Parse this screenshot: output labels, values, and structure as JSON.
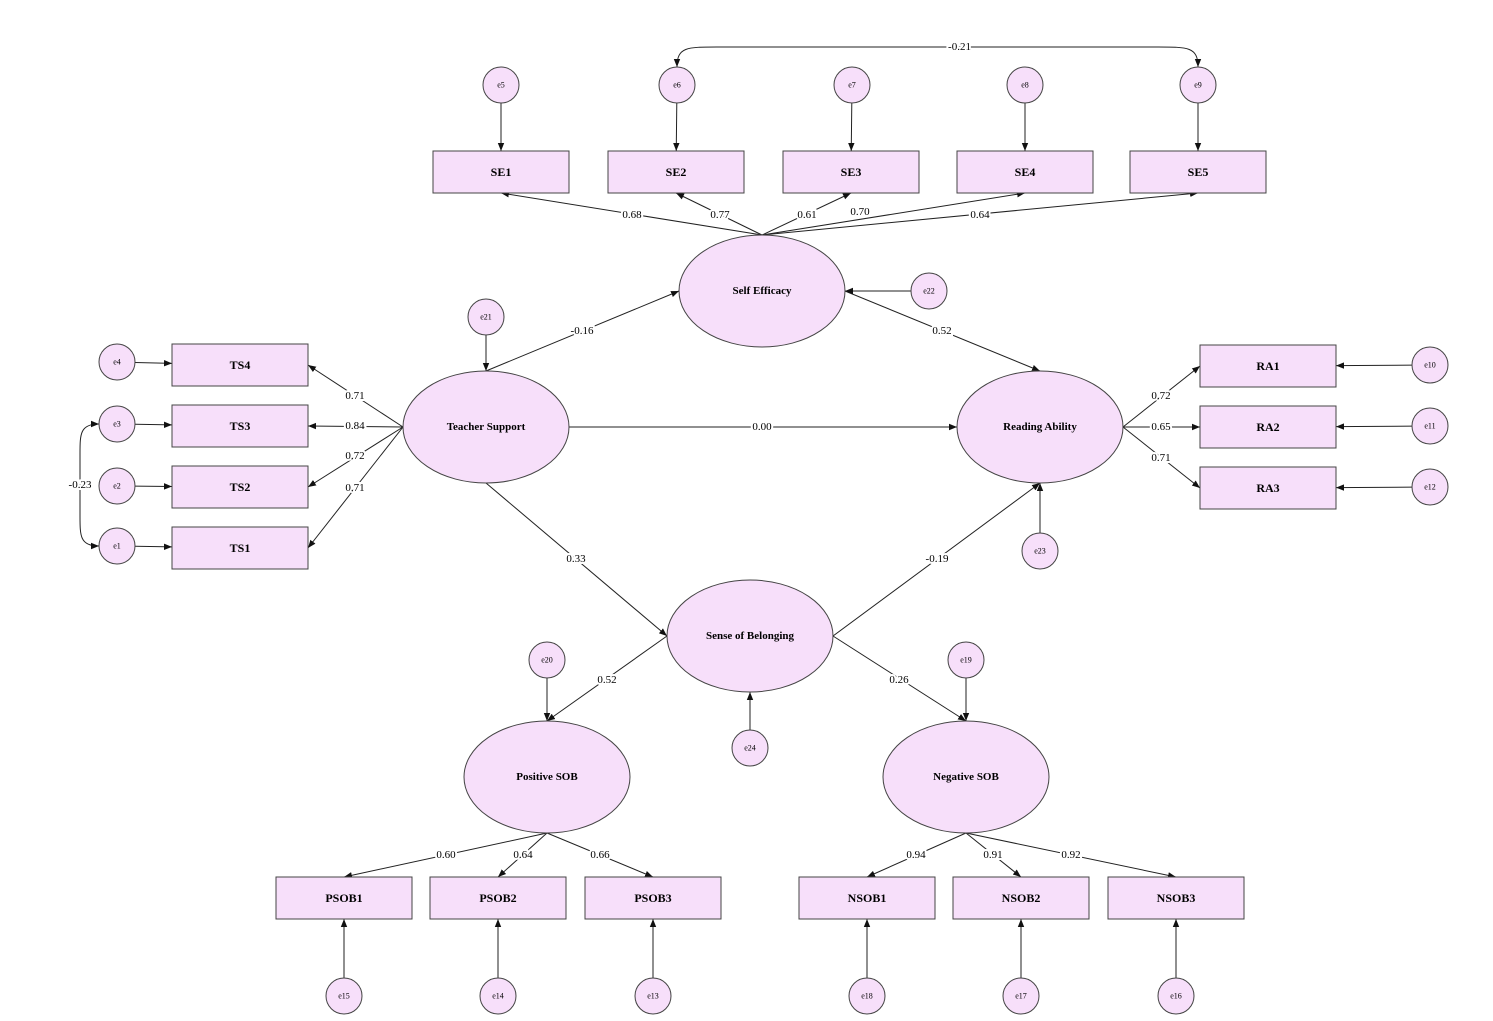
{
  "colors": {
    "node_fill": "#f7dffa",
    "stroke": "#444444",
    "background": "#ffffff"
  },
  "latents": [
    {
      "id": "se",
      "label": "Self Efficacy"
    },
    {
      "id": "ts",
      "label": "Teacher Support"
    },
    {
      "id": "ra",
      "label": "Reading Ability"
    },
    {
      "id": "sob",
      "label": "Sense of Belonging"
    },
    {
      "id": "pos",
      "label": "Positive SOB"
    },
    {
      "id": "neg",
      "label": "Negative SOB"
    }
  ],
  "indicators": [
    {
      "id": "SE1",
      "label": "SE1"
    },
    {
      "id": "SE2",
      "label": "SE2"
    },
    {
      "id": "SE3",
      "label": "SE3"
    },
    {
      "id": "SE4",
      "label": "SE4"
    },
    {
      "id": "SE5",
      "label": "SE5"
    },
    {
      "id": "TS4",
      "label": "TS4"
    },
    {
      "id": "TS3",
      "label": "TS3"
    },
    {
      "id": "TS2",
      "label": "TS2"
    },
    {
      "id": "TS1",
      "label": "TS1"
    },
    {
      "id": "RA1",
      "label": "RA1"
    },
    {
      "id": "RA2",
      "label": "RA2"
    },
    {
      "id": "RA3",
      "label": "RA3"
    },
    {
      "id": "PSOB1",
      "label": "PSOB1"
    },
    {
      "id": "PSOB2",
      "label": "PSOB2"
    },
    {
      "id": "PSOB3",
      "label": "PSOB3"
    },
    {
      "id": "NSOB1",
      "label": "NSOB1"
    },
    {
      "id": "NSOB2",
      "label": "NSOB2"
    },
    {
      "id": "NSOB3",
      "label": "NSOB3"
    }
  ],
  "errors": [
    {
      "id": "e1",
      "label": "e1"
    },
    {
      "id": "e2",
      "label": "e2"
    },
    {
      "id": "e3",
      "label": "e3"
    },
    {
      "id": "e4",
      "label": "e4"
    },
    {
      "id": "e5",
      "label": "e5"
    },
    {
      "id": "e6",
      "label": "e6"
    },
    {
      "id": "e7",
      "label": "e7"
    },
    {
      "id": "e8",
      "label": "e8"
    },
    {
      "id": "e9",
      "label": "e9"
    },
    {
      "id": "e10",
      "label": "e10"
    },
    {
      "id": "e11",
      "label": "e11"
    },
    {
      "id": "e12",
      "label": "e12"
    },
    {
      "id": "e13",
      "label": "e13"
    },
    {
      "id": "e14",
      "label": "e14"
    },
    {
      "id": "e15",
      "label": "e15"
    },
    {
      "id": "e16",
      "label": "e16"
    },
    {
      "id": "e17",
      "label": "e17"
    },
    {
      "id": "e18",
      "label": "e18"
    },
    {
      "id": "e19",
      "label": "e19"
    },
    {
      "id": "e20",
      "label": "e20"
    },
    {
      "id": "e21",
      "label": "e21"
    },
    {
      "id": "e22",
      "label": "e22"
    },
    {
      "id": "e23",
      "label": "e23"
    },
    {
      "id": "e24",
      "label": "e24"
    }
  ],
  "loadings": [
    {
      "from": "se",
      "to": "SE1",
      "value": "0.68"
    },
    {
      "from": "se",
      "to": "SE2",
      "value": "0.77"
    },
    {
      "from": "se",
      "to": "SE3",
      "value": "0.61"
    },
    {
      "from": "se",
      "to": "SE4",
      "value": "0.70"
    },
    {
      "from": "se",
      "to": "SE5",
      "value": "0.64"
    },
    {
      "from": "ts",
      "to": "TS4",
      "value": "0.71"
    },
    {
      "from": "ts",
      "to": "TS3",
      "value": "0.84"
    },
    {
      "from": "ts",
      "to": "TS2",
      "value": "0.72"
    },
    {
      "from": "ts",
      "to": "TS1",
      "value": "0.71"
    },
    {
      "from": "ra",
      "to": "RA1",
      "value": "0.72"
    },
    {
      "from": "ra",
      "to": "RA2",
      "value": "0.65"
    },
    {
      "from": "ra",
      "to": "RA3",
      "value": "0.71"
    },
    {
      "from": "pos",
      "to": "PSOB1",
      "value": "0.60"
    },
    {
      "from": "pos",
      "to": "PSOB2",
      "value": "0.64"
    },
    {
      "from": "pos",
      "to": "PSOB3",
      "value": "0.66"
    },
    {
      "from": "neg",
      "to": "NSOB1",
      "value": "0.94"
    },
    {
      "from": "neg",
      "to": "NSOB2",
      "value": "0.91"
    },
    {
      "from": "neg",
      "to": "NSOB3",
      "value": "0.92"
    }
  ],
  "structural_paths": [
    {
      "from": "ts",
      "to": "se",
      "value": "-0.16"
    },
    {
      "from": "se",
      "to": "ra",
      "value": "0.52"
    },
    {
      "from": "ts",
      "to": "ra",
      "value": "0.00"
    },
    {
      "from": "ts",
      "to": "sob",
      "value": "0.33"
    },
    {
      "from": "sob",
      "to": "ra",
      "value": "-0.19"
    },
    {
      "from": "sob",
      "to": "pos",
      "value": "0.52"
    },
    {
      "from": "sob",
      "to": "neg",
      "value": "0.26"
    }
  ],
  "covariances": [
    {
      "between": [
        "e6",
        "e9"
      ],
      "value": "-0.21"
    },
    {
      "between": [
        "e3",
        "e1"
      ],
      "value": "-0.23"
    }
  ],
  "error_links": [
    {
      "from": "e1",
      "to": "TS1"
    },
    {
      "from": "e2",
      "to": "TS2"
    },
    {
      "from": "e3",
      "to": "TS3"
    },
    {
      "from": "e4",
      "to": "TS4"
    },
    {
      "from": "e5",
      "to": "SE1"
    },
    {
      "from": "e6",
      "to": "SE2"
    },
    {
      "from": "e7",
      "to": "SE3"
    },
    {
      "from": "e8",
      "to": "SE4"
    },
    {
      "from": "e9",
      "to": "SE5"
    },
    {
      "from": "e10",
      "to": "RA1"
    },
    {
      "from": "e11",
      "to": "RA2"
    },
    {
      "from": "e12",
      "to": "RA3"
    },
    {
      "from": "e13",
      "to": "PSOB3"
    },
    {
      "from": "e14",
      "to": "PSOB2"
    },
    {
      "from": "e15",
      "to": "PSOB1"
    },
    {
      "from": "e16",
      "to": "NSOB3"
    },
    {
      "from": "e17",
      "to": "NSOB2"
    },
    {
      "from": "e18",
      "to": "NSOB1"
    },
    {
      "from": "e19",
      "to": "neg"
    },
    {
      "from": "e20",
      "to": "pos"
    },
    {
      "from": "e21",
      "to": "ts"
    },
    {
      "from": "e22",
      "to": "se"
    },
    {
      "from": "e23",
      "to": "ra"
    },
    {
      "from": "e24",
      "to": "sob"
    }
  ]
}
